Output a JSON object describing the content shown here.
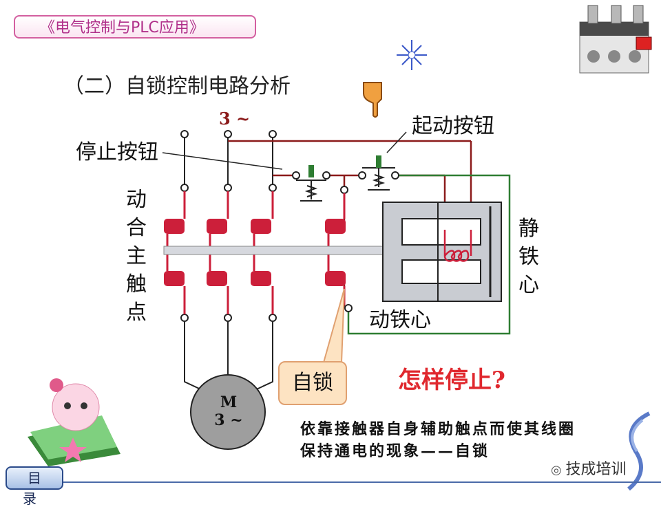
{
  "title_box": "《电气控制与PLC应用》",
  "heading": "（二）自锁控制电路分析",
  "labels": {
    "phase": "3 ~",
    "stop_button": "停止按钮",
    "start_button": "起动按钮",
    "main_contacts": "动合主触点",
    "static_core": "静铁心",
    "moving_core": "动铁心",
    "self_lock": "自锁",
    "motor": "M",
    "motor_phase": "3 ~"
  },
  "question": "怎样停止?",
  "note_line1": "依靠接触器自身辅助触点而使其线圈",
  "note_line2": "保持通电的现象——自锁",
  "menu_button": "目录",
  "watermark": "技成培训",
  "colors": {
    "wire": "#8b1a1a",
    "contact": "#cc1f3a",
    "green_wire": "#2e7d32",
    "iron": "#c9ccd2"
  }
}
